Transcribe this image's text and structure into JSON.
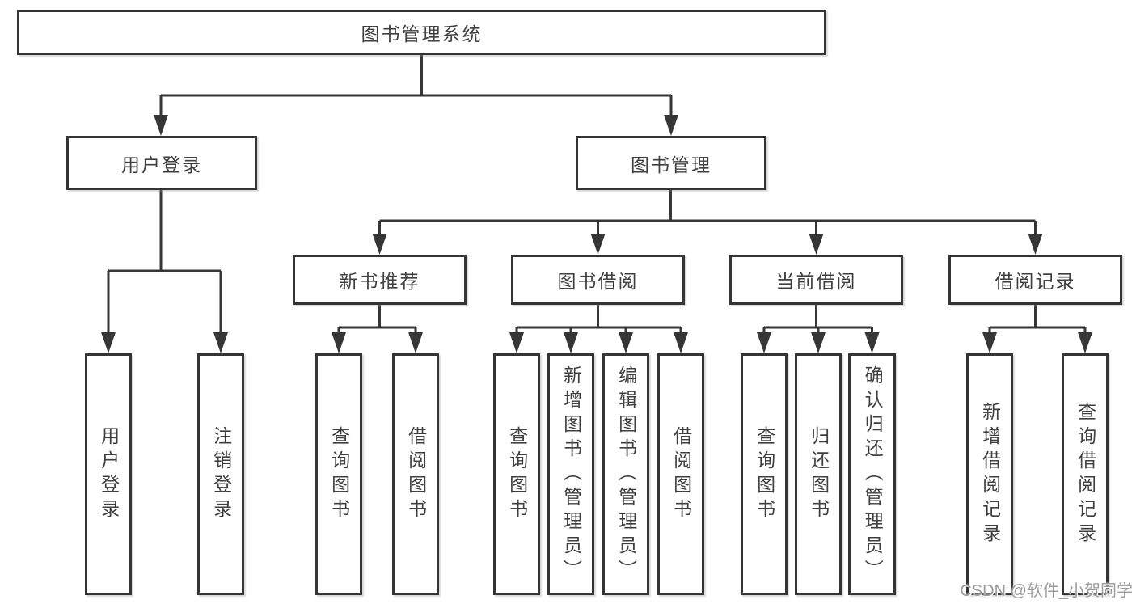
{
  "colors": {
    "line": "#363636",
    "box_border": "#343434",
    "text": "#3f3f3f",
    "watermark": "#9c9c9c",
    "background": "#ffffff"
  },
  "watermark": "CSDN @软件_小贺同学",
  "tree": {
    "root": "图书管理系统",
    "user_login": "用户登录",
    "book_mgmt": "图书管理",
    "modules": [
      "新书推荐",
      "图书借阅",
      "当前借阅",
      "借阅记录"
    ],
    "user_leaves": [
      "用户登录",
      "注销登录"
    ],
    "recommend_leaves": [
      "查询图书",
      "借阅图书"
    ],
    "borrow_leaves": [
      "查询图书",
      "新增图书（管理员）",
      "编辑图书（管理员）",
      "借阅图书"
    ],
    "current_leaves": [
      "查询图书",
      "归还图书",
      "确认归还（管理员）"
    ],
    "record_leaves": [
      "新增借阅记录",
      "查询借阅记录"
    ]
  }
}
